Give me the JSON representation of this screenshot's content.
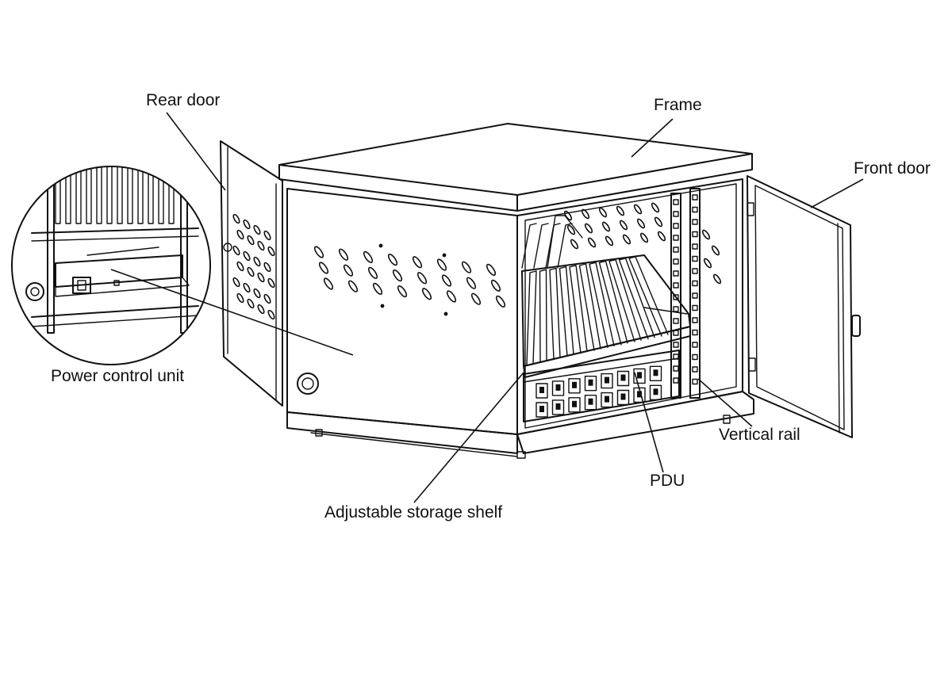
{
  "labels": {
    "rear_door": "Rear door",
    "frame": "Frame",
    "front_door": "Front door",
    "power_control_unit": "Power control unit",
    "vertical_rail": "Vertical rail",
    "pdu": "PDU",
    "adjustable_storage_shelf": "Adjustable storage shelf"
  },
  "colors": {
    "line": "#111111",
    "background": "#ffffff"
  }
}
